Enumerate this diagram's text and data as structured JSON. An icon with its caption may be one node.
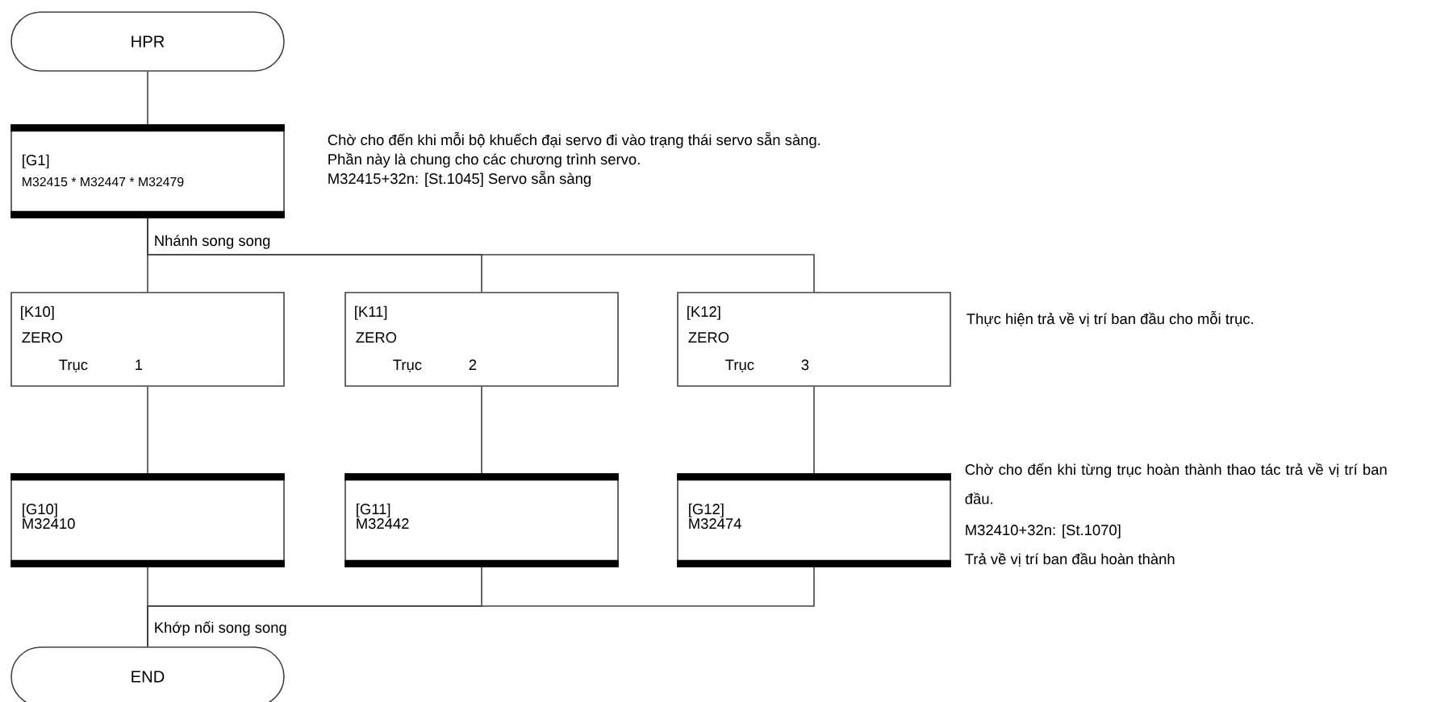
{
  "diagram": {
    "nodes": [
      {
        "text": [
          "HPR"
        ]
      },
      {
        "text": [
          "[G1]",
          "M32415 * M32447 * M32479"
        ],
        "beside": [
          "Chờ cho đến khi mỗi bộ khuếch đại servo đi vào trạng thái servo sẵn sàng.",
          "Phần này là chung cho các chương trình servo.",
          "M32415+32n: [St.1045] Servo sẵn sàng"
        ]
      },
      {
        "text": [
          "[K10]",
          "ZERO",
          "Trục",
          "1"
        ]
      },
      {
        "text": [
          "[K11]",
          "ZERO",
          "Trục",
          "2"
        ]
      },
      {
        "text": [
          "[K12]",
          "ZERO",
          "Trục",
          "3"
        ],
        "beside": [
          "Thực hiện trả về vị trí ban đầu cho mỗi trục."
        ]
      },
      {
        "text": [
          "[G10]",
          "M32410"
        ]
      },
      {
        "text": [
          "[G11]",
          "M32442"
        ]
      },
      {
        "text": [
          "[G12]",
          "M32474"
        ],
        "beside": [
          "Chờ cho đến khi từng trục hoàn thành thao tác trả về vị trí ban đầu.",
          "M32410+32n: [St.1070]",
          "Trả về vị trí ban đầu hoàn thành"
        ]
      },
      {
        "text": [
          "END"
        ]
      }
    ],
    "edges": [
      {
        "from": 0,
        "to": 1,
        "arrow": "none"
      },
      {
        "from": 1,
        "to": 2,
        "arrow": "none"
      },
      {
        "from": 1,
        "to": 3,
        "arrow": "none"
      },
      {
        "from": 1,
        "to": 4,
        "arrow": "none"
      },
      {
        "from": 2,
        "to": 5,
        "arrow": "none"
      },
      {
        "from": 3,
        "to": 6,
        "arrow": "none"
      },
      {
        "from": 4,
        "to": 7,
        "arrow": "none"
      },
      {
        "from": 5,
        "to": 8,
        "arrow": "none"
      },
      {
        "from": 6,
        "to": 8,
        "arrow": "none"
      },
      {
        "from": 7,
        "to": 8,
        "arrow": "none"
      }
    ],
    "labels": [
      "Nhánh song song",
      "Khớp nối song song"
    ]
  }
}
